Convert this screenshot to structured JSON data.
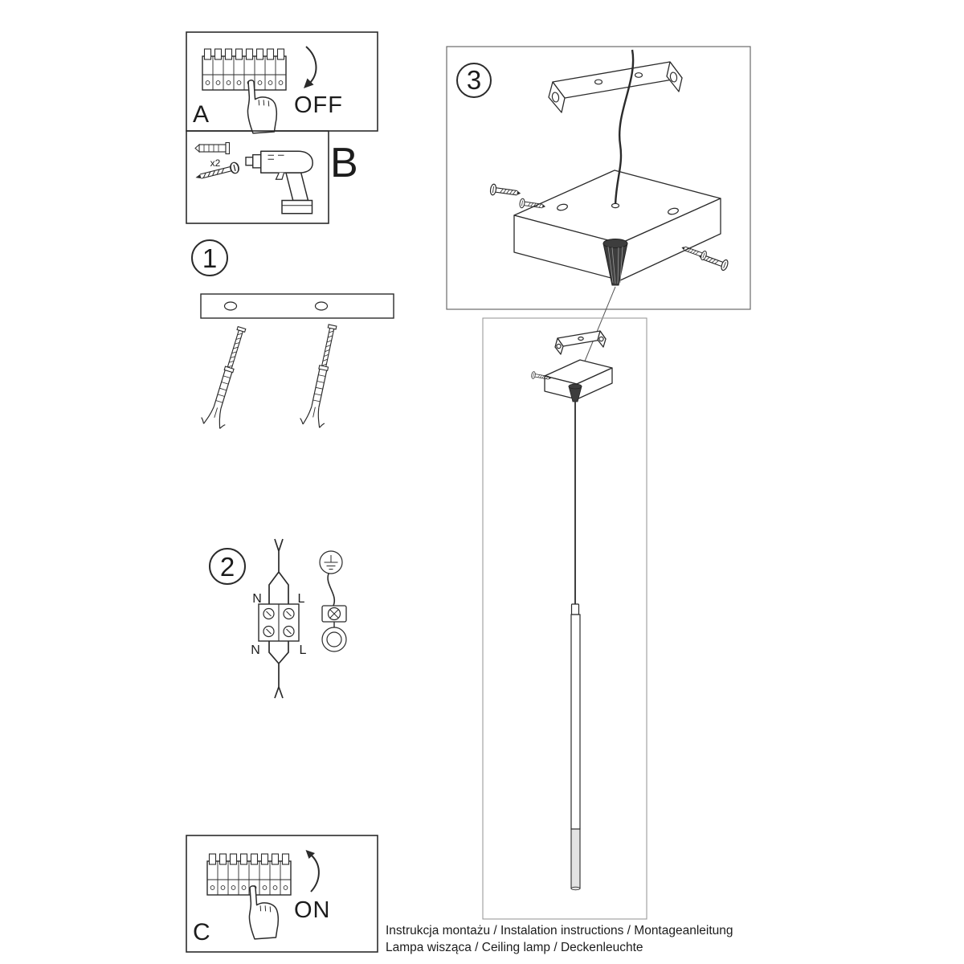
{
  "colors": {
    "ink": "#2b2b2b",
    "paper": "#ffffff"
  },
  "panels": {
    "a": {
      "label": "A",
      "action": "OFF"
    },
    "b": {
      "label": "B",
      "quantity_note": "x2"
    },
    "step1": {
      "number": "1"
    },
    "step2": {
      "number": "2",
      "wires": {
        "top_left": "N",
        "top_right": "L",
        "bottom_left": "N",
        "bottom_right": "L"
      }
    },
    "step3": {
      "number": "3"
    },
    "c": {
      "label": "C",
      "action": "ON"
    }
  },
  "footer": {
    "line1": "Instrukcja montażu / Instalation instructions / Montageanleitung",
    "line2": "Lampa wisząca / Ceiling lamp / Deckenleuchte"
  }
}
